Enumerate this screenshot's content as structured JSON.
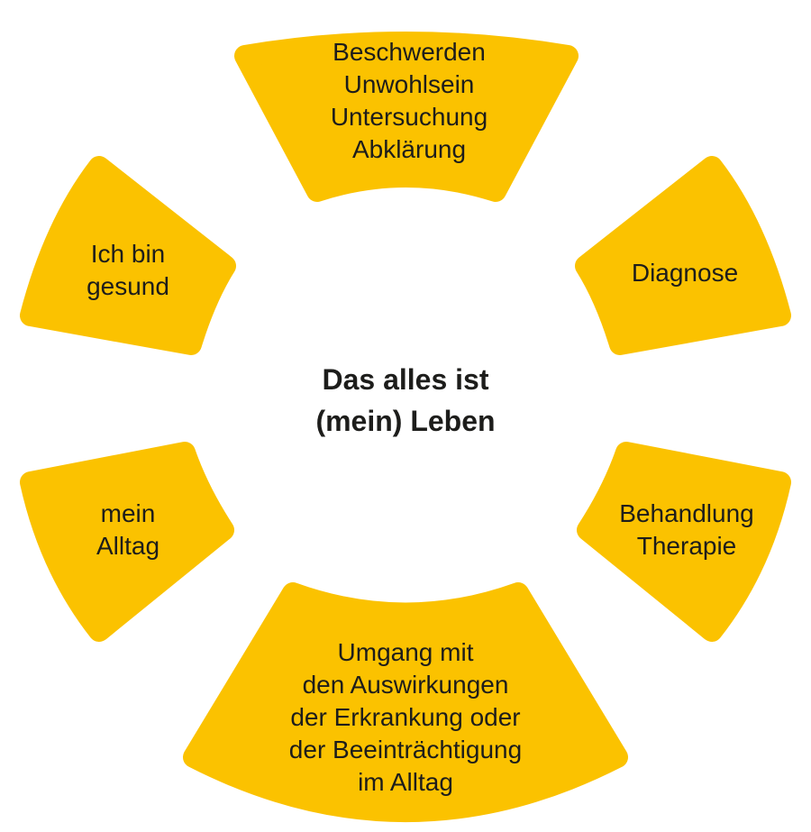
{
  "center": [
    "Das alles ist",
    "(mein) Leben"
  ],
  "segments": {
    "top": [
      "Beschwerden",
      "Unwohlsein",
      "Untersuchung",
      "Abklärung"
    ],
    "upper_right": [
      "Diagnose"
    ],
    "lower_right": [
      "Behandlung",
      "Therapie"
    ],
    "bottom": [
      "Umgang mit",
      "den Auswirkungen",
      "der Erkrankung oder",
      "der Beeinträchtigung",
      "im Alltag"
    ],
    "lower_left": [
      "mein",
      "Alltag"
    ],
    "upper_left": [
      "Ich bin",
      "gesund"
    ]
  },
  "colors": {
    "segment": "#FBC200",
    "text": "#1d1d1b"
  }
}
